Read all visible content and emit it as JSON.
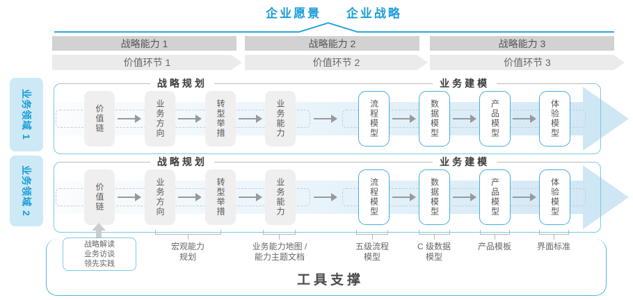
{
  "header": {
    "vision": "企业愿景",
    "strategy": "企业战略"
  },
  "capabilities": [
    "战略能力 1",
    "战略能力 2",
    "战略能力 3"
  ],
  "value_links": [
    "价值环节 1",
    "价值环节 2",
    "价值环节 3"
  ],
  "domains": [
    "业务领域 1",
    "业务领域 2"
  ],
  "rows": {
    "planning_title": "战略规划",
    "modeling_title": "业务建模",
    "planning_boxes": [
      "价值链",
      "业务方向",
      "转型举措",
      "业务能力"
    ],
    "modeling_boxes": [
      "流程模型",
      "数据模型",
      "产品模型",
      "体验模型"
    ]
  },
  "callout": {
    "lines": [
      "战略解读",
      "业务访谈",
      "领先实践"
    ]
  },
  "bottom_labels": [
    {
      "lines": [
        "宏观能力",
        "规划"
      ]
    },
    {
      "lines": [
        "业务能力地图 /",
        "能力主题文档"
      ]
    },
    {
      "lines": [
        "五级流程",
        "模型"
      ]
    },
    {
      "lines": [
        "C 级数据",
        "模型"
      ]
    },
    {
      "lines": [
        "产品模板"
      ]
    },
    {
      "lines": [
        "界面标准"
      ]
    }
  ],
  "footer": {
    "label": "工具支撑"
  },
  "colors": {
    "accent_blue": "#1a9cd8",
    "row_border_blue": "#7cc6e5",
    "box_border_blue": "#45acd8",
    "domain_fill_blue": "#cde9f6",
    "band_blue": "#cfe7f5",
    "bar_gray": "#d2d2d2",
    "chevron_gray": "#ebebeb",
    "box_gray": "#efefef",
    "arrow_gray": "#999999",
    "text_dark": "#3a3a3a",
    "text_gray": "#666666"
  }
}
